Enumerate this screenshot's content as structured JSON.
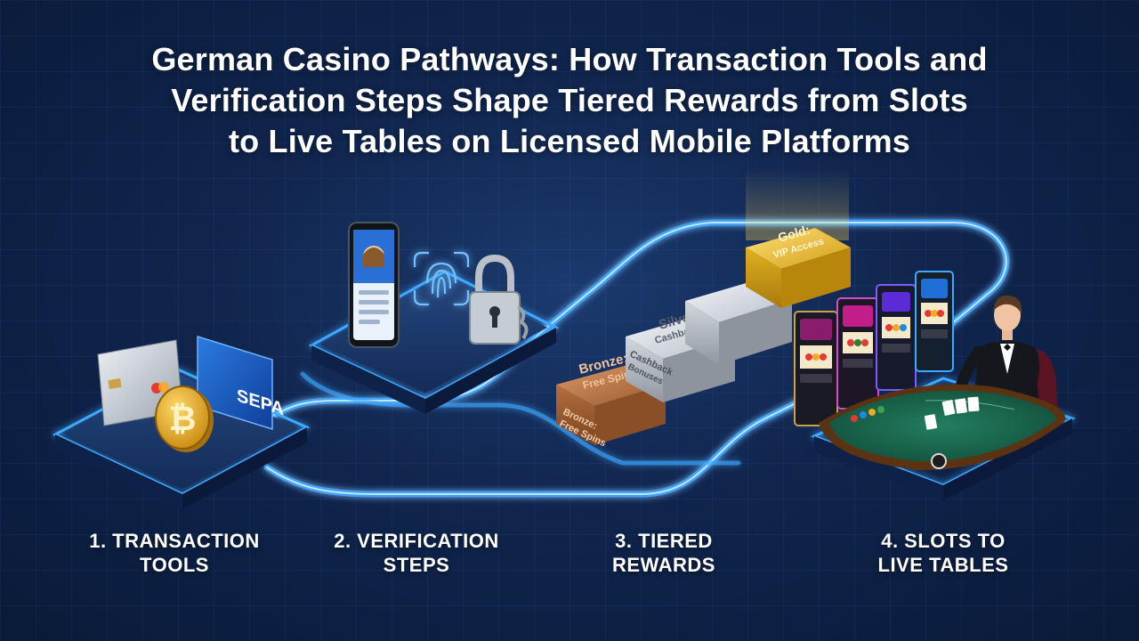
{
  "title": {
    "line1": "German Casino Pathways: How Transaction Tools and",
    "line2": "Verification Steps Shape Tiered Rewards from Slots",
    "line3": "to Live Tables on Licensed Mobile Platforms"
  },
  "steps": [
    {
      "line1": "1. TRANSACTION",
      "line2": "TOOLS"
    },
    {
      "line1": "2. VERIFICATION",
      "line2": "STEPS"
    },
    {
      "line1": "3. TIERED",
      "line2": "REWARDS"
    },
    {
      "line1": "4. SLOTS TO",
      "line2": "LIVE TABLES"
    }
  ],
  "cards": {
    "sepa": "SEPA"
  },
  "tiers": {
    "bronze": {
      "line1": "Bronze:",
      "line2": "Free Spins",
      "side1": "Bronze:",
      "side2": "Free Spins"
    },
    "silver": {
      "line1": "Silver:",
      "line2": "Cashback",
      "side1": "Cashback",
      "side2": "Bonuses"
    },
    "gold": {
      "line1": "Gold:",
      "line2": "VIP Access"
    }
  },
  "colors": {
    "background": "#10254d",
    "path_glow": "#3fa9ff",
    "bronze": "#a8673a",
    "silver": "#c9ced6",
    "gold": "#e0b021",
    "table_felt": "#1d6b52"
  }
}
